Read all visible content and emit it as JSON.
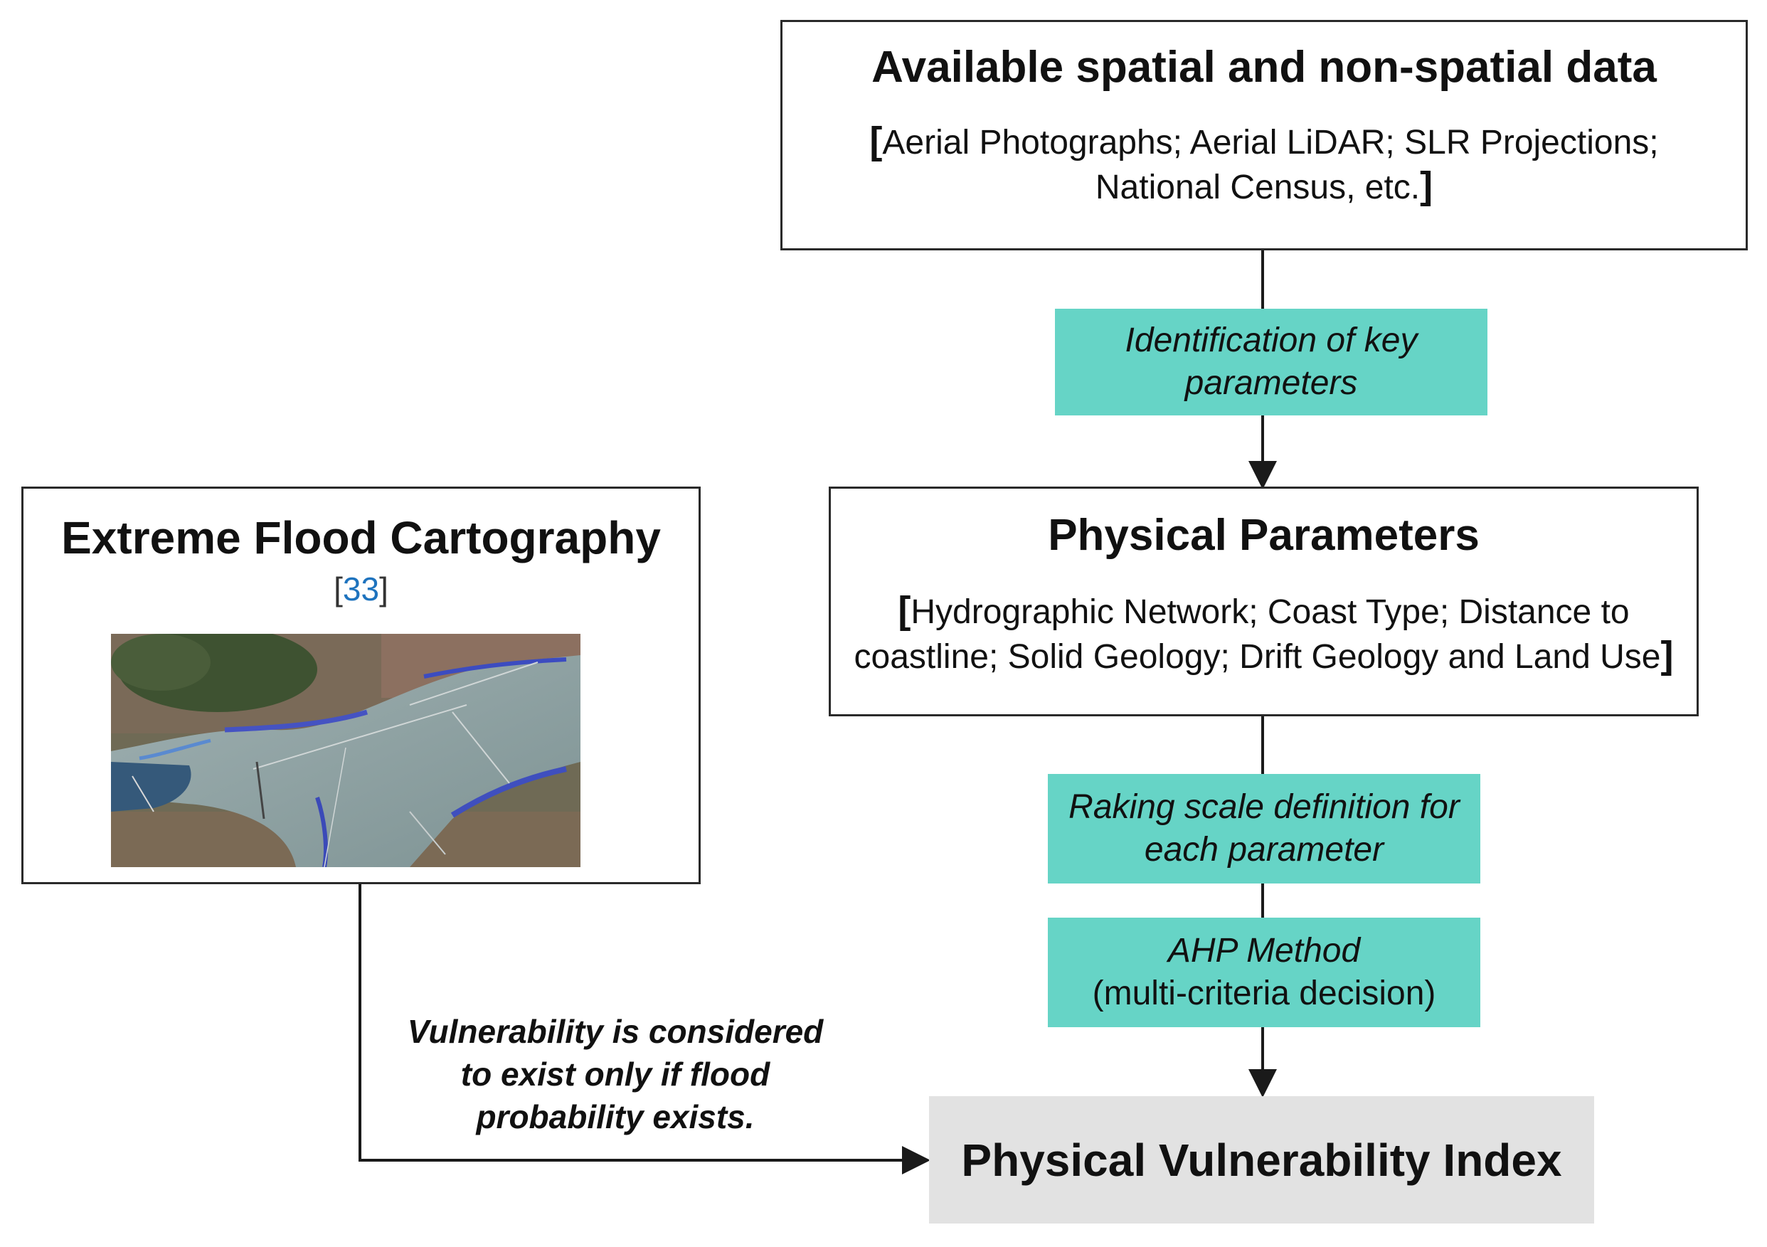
{
  "data_box": {
    "title": "Available spatial and non-spatial data",
    "open_bracket": "[",
    "line1": "Aerial Photographs; Aerial LiDAR; SLR Projections;",
    "line2": "National Census, etc.",
    "close_bracket": "]"
  },
  "step_identify": {
    "line1": "Identification of key",
    "line2": "parameters"
  },
  "physical_box": {
    "title": "Physical Parameters",
    "open_bracket": "[",
    "line1": "Hydrographic Network; Coast Type; Distance to",
    "line2": "coastline; Solid Geology; Drift Geology and Land Use",
    "close_bracket": "]"
  },
  "step_ranking": {
    "line1": "Raking scale definition for",
    "line2": "each parameter"
  },
  "step_ahp": {
    "line1": "AHP Method",
    "line2": "(multi-criteria decision)"
  },
  "flood_box": {
    "title": "Extreme Flood Cartography",
    "ref_open": "[",
    "ref_number": "33",
    "ref_close": "]"
  },
  "condition_note": {
    "line1": "Vulnerability is considered",
    "line2": "to exist only if flood",
    "line3": "probability exists."
  },
  "result_box": {
    "title": "Physical Vulnerability Index"
  },
  "colors": {
    "step_fill": "#66d4c6",
    "result_fill": "#e2e2e2",
    "ref_link": "#1e73be"
  }
}
